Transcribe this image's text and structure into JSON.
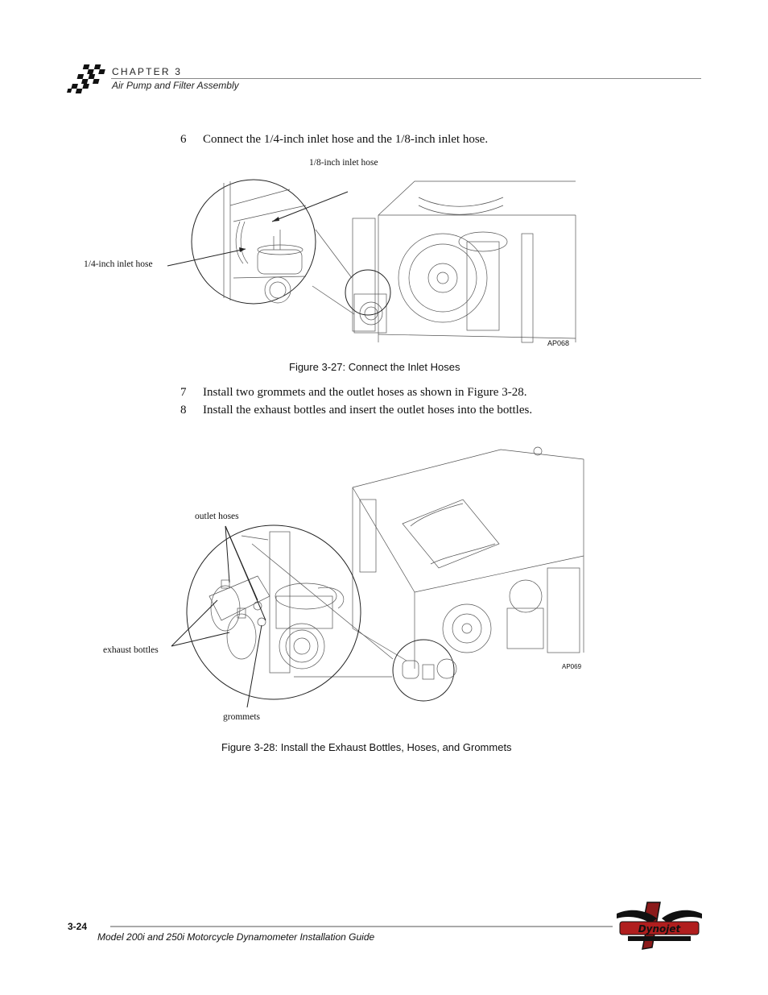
{
  "header": {
    "chapter": "CHAPTER 3",
    "section": "Air Pump and Filter Assembly"
  },
  "steps": [
    {
      "num": "6",
      "text": "Connect the 1/4-inch inlet hose and the 1/8-inch inlet hose."
    },
    {
      "num": "7",
      "text": "Install two grommets and the outlet hoses as shown in Figure 3-28."
    },
    {
      "num": "8",
      "text": "Install the exhaust bottles and insert the outlet hoses into the bottles."
    }
  ],
  "figure27": {
    "caption": "Figure 3-27: Connect the Inlet Hoses",
    "callouts": {
      "eighth_inch": "1/8-inch inlet hose",
      "quarter_inch": "1/4-inch inlet hose"
    },
    "code": "AP068"
  },
  "figure28": {
    "caption": "Figure 3-28: Install the Exhaust Bottles, Hoses, and Grommets",
    "callouts": {
      "outlet_hoses": "outlet hoses",
      "exhaust_bottles": "exhaust bottles",
      "grommets": "grommets"
    },
    "code": "AP069"
  },
  "footer": {
    "page_number": "3-24",
    "doc_title": "Model 200i and 250i Motorcycle Dynamometer Installation Guide",
    "logo_text": "Dynojet"
  }
}
